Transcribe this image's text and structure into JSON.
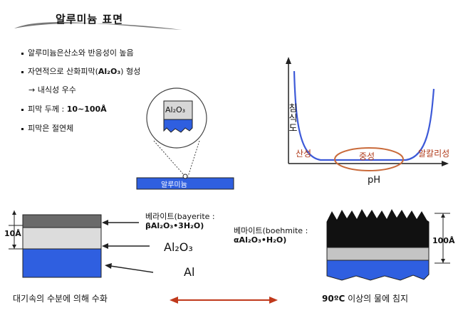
{
  "title": "알루미늄 표면",
  "bullets": {
    "b1": "알루미늄은산소와 반응성이 높음",
    "b2_pre": "자연적으로 산화피막(",
    "b2_formula": "Al₂O₃",
    "b2_post": ") 형성",
    "b3": "내식성 우수",
    "b4_pre": "피막 두께 : ",
    "b4_value": "10~100Å",
    "b5": "피막은 절연체"
  },
  "zoom": {
    "oxide_label": "Al₂O₃",
    "base_label": "알루미늄"
  },
  "graph": {
    "y_label": "침식도",
    "x_label": "pH",
    "acid_label": "산성",
    "neutral_label": "중성",
    "alkaline_label": "알칼리성"
  },
  "left_stack": {
    "thickness": "10Å",
    "bayerite_line1": "베라이트(bayerite :",
    "bayerite_line2": "βAl₂O₃•3H₂O)",
    "oxide_label": "Al₂O₃",
    "metal_label": "Al",
    "caption": "대기속의 수분에 의해 수화"
  },
  "right_stack": {
    "thickness": "100Å",
    "boehmite_line1": "베마이트(boehmite :",
    "boehmite_line2": "αAl₂O₃•H₂O)",
    "caption_bold": "90ºC",
    "caption_rest": " 이상의 물에 침지"
  },
  "colors": {
    "aluminum_blue": "#2f5fe0",
    "oxide_gray": "#b8b8b8",
    "dark_layer": "#111111",
    "curve_blue": "#3d5ad8",
    "region_label": "#b03a1a",
    "arrow_red": "#c0391b"
  }
}
